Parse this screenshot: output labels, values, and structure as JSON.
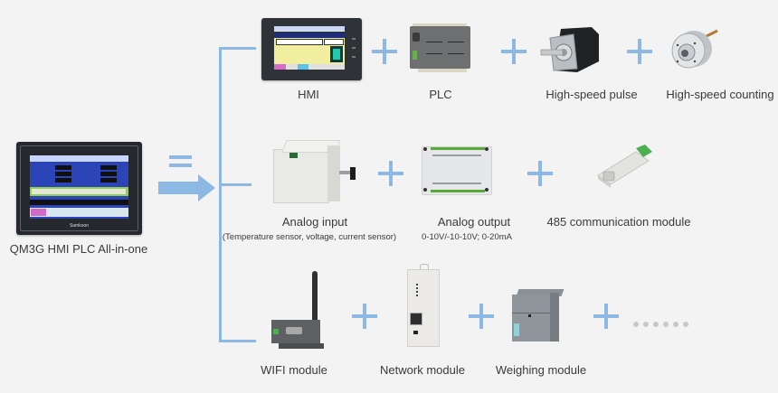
{
  "theme": {
    "accent": "#8db8e4",
    "background": "#f3f3f3",
    "text": "#3a3a3a"
  },
  "main_product": {
    "label": "QM3G HMI PLC All-in-one",
    "brand": "Samkoon"
  },
  "operators": {
    "equals": "=",
    "arrow": "arrow-right",
    "plus": "+",
    "ellipsis": "......"
  },
  "rows": [
    {
      "items": [
        {
          "label": "HMI",
          "icon": "hmi-panel"
        },
        {
          "label": "PLC",
          "icon": "plc-unit"
        },
        {
          "label": "High-speed pulse",
          "icon": "stepper-motor"
        },
        {
          "label": "High-speed counting",
          "icon": "rotary-encoder"
        }
      ]
    },
    {
      "items": [
        {
          "label": "Analog input",
          "sublabel": "(Temperature sensor, voltage, current sensor)",
          "icon": "analog-input-module"
        },
        {
          "label": "Analog output",
          "sublabel": "0-10V/-10-10V; 0-20mA",
          "icon": "analog-output-module"
        },
        {
          "label": "485 communication module",
          "icon": "rs485-adapter"
        }
      ]
    },
    {
      "items": [
        {
          "label": "WIFI module",
          "icon": "wifi-module"
        },
        {
          "label": "Network module",
          "icon": "network-module"
        },
        {
          "label": "Weighing module",
          "icon": "weighing-module"
        }
      ]
    }
  ]
}
